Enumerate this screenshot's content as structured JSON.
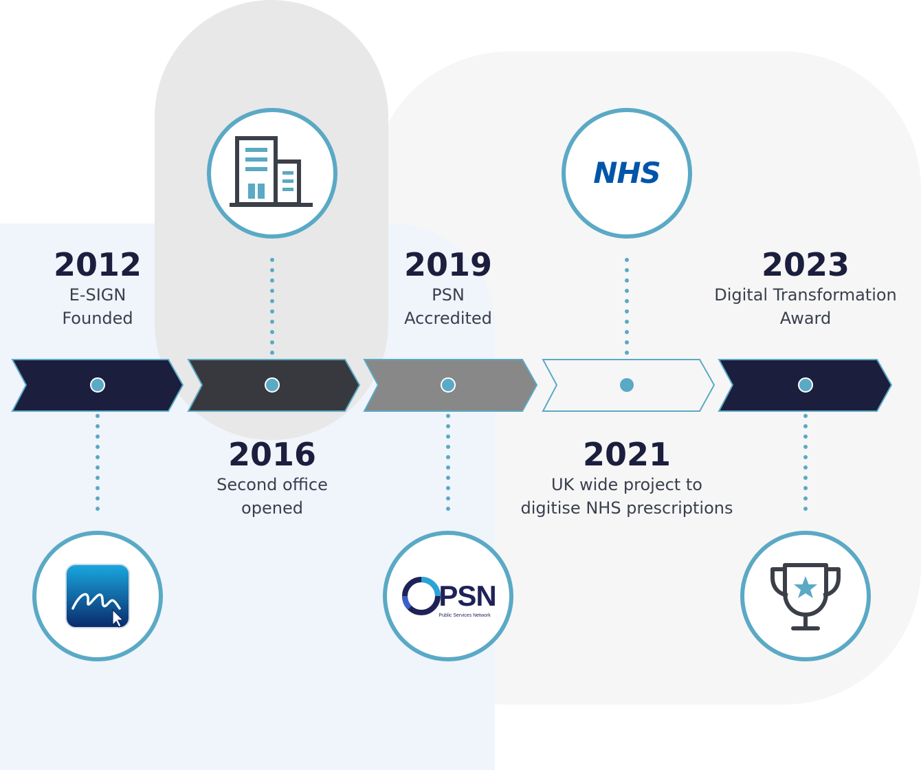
{
  "colors": {
    "navy": "#1b1e3d",
    "dark_grey": "#37393f",
    "mid_grey": "#888888",
    "outline_teal": "#5aa9c5",
    "dot_teal": "#5aa9c5"
  },
  "milestones": [
    {
      "year": "2012",
      "line1": "E-SIGN",
      "line2": "Founded",
      "icon": "esign-logo-icon"
    },
    {
      "year": "2016",
      "line1": "Second office",
      "line2": "opened",
      "icon": "office-building-icon"
    },
    {
      "year": "2019",
      "line1": "PSN",
      "line2": "Accredited",
      "icon": "psn-logo-icon"
    },
    {
      "year": "2021",
      "line1": "UK wide project to",
      "line2": "digitise NHS prescriptions",
      "icon": "nhs-logo-icon"
    },
    {
      "year": "2023",
      "line1": "Digital Transformation",
      "line2": "Award",
      "icon": "trophy-icon"
    }
  ],
  "logos": {
    "nhs_text": "NHS",
    "psn_text": "PSN",
    "psn_subtitle": "Public Services Network"
  }
}
